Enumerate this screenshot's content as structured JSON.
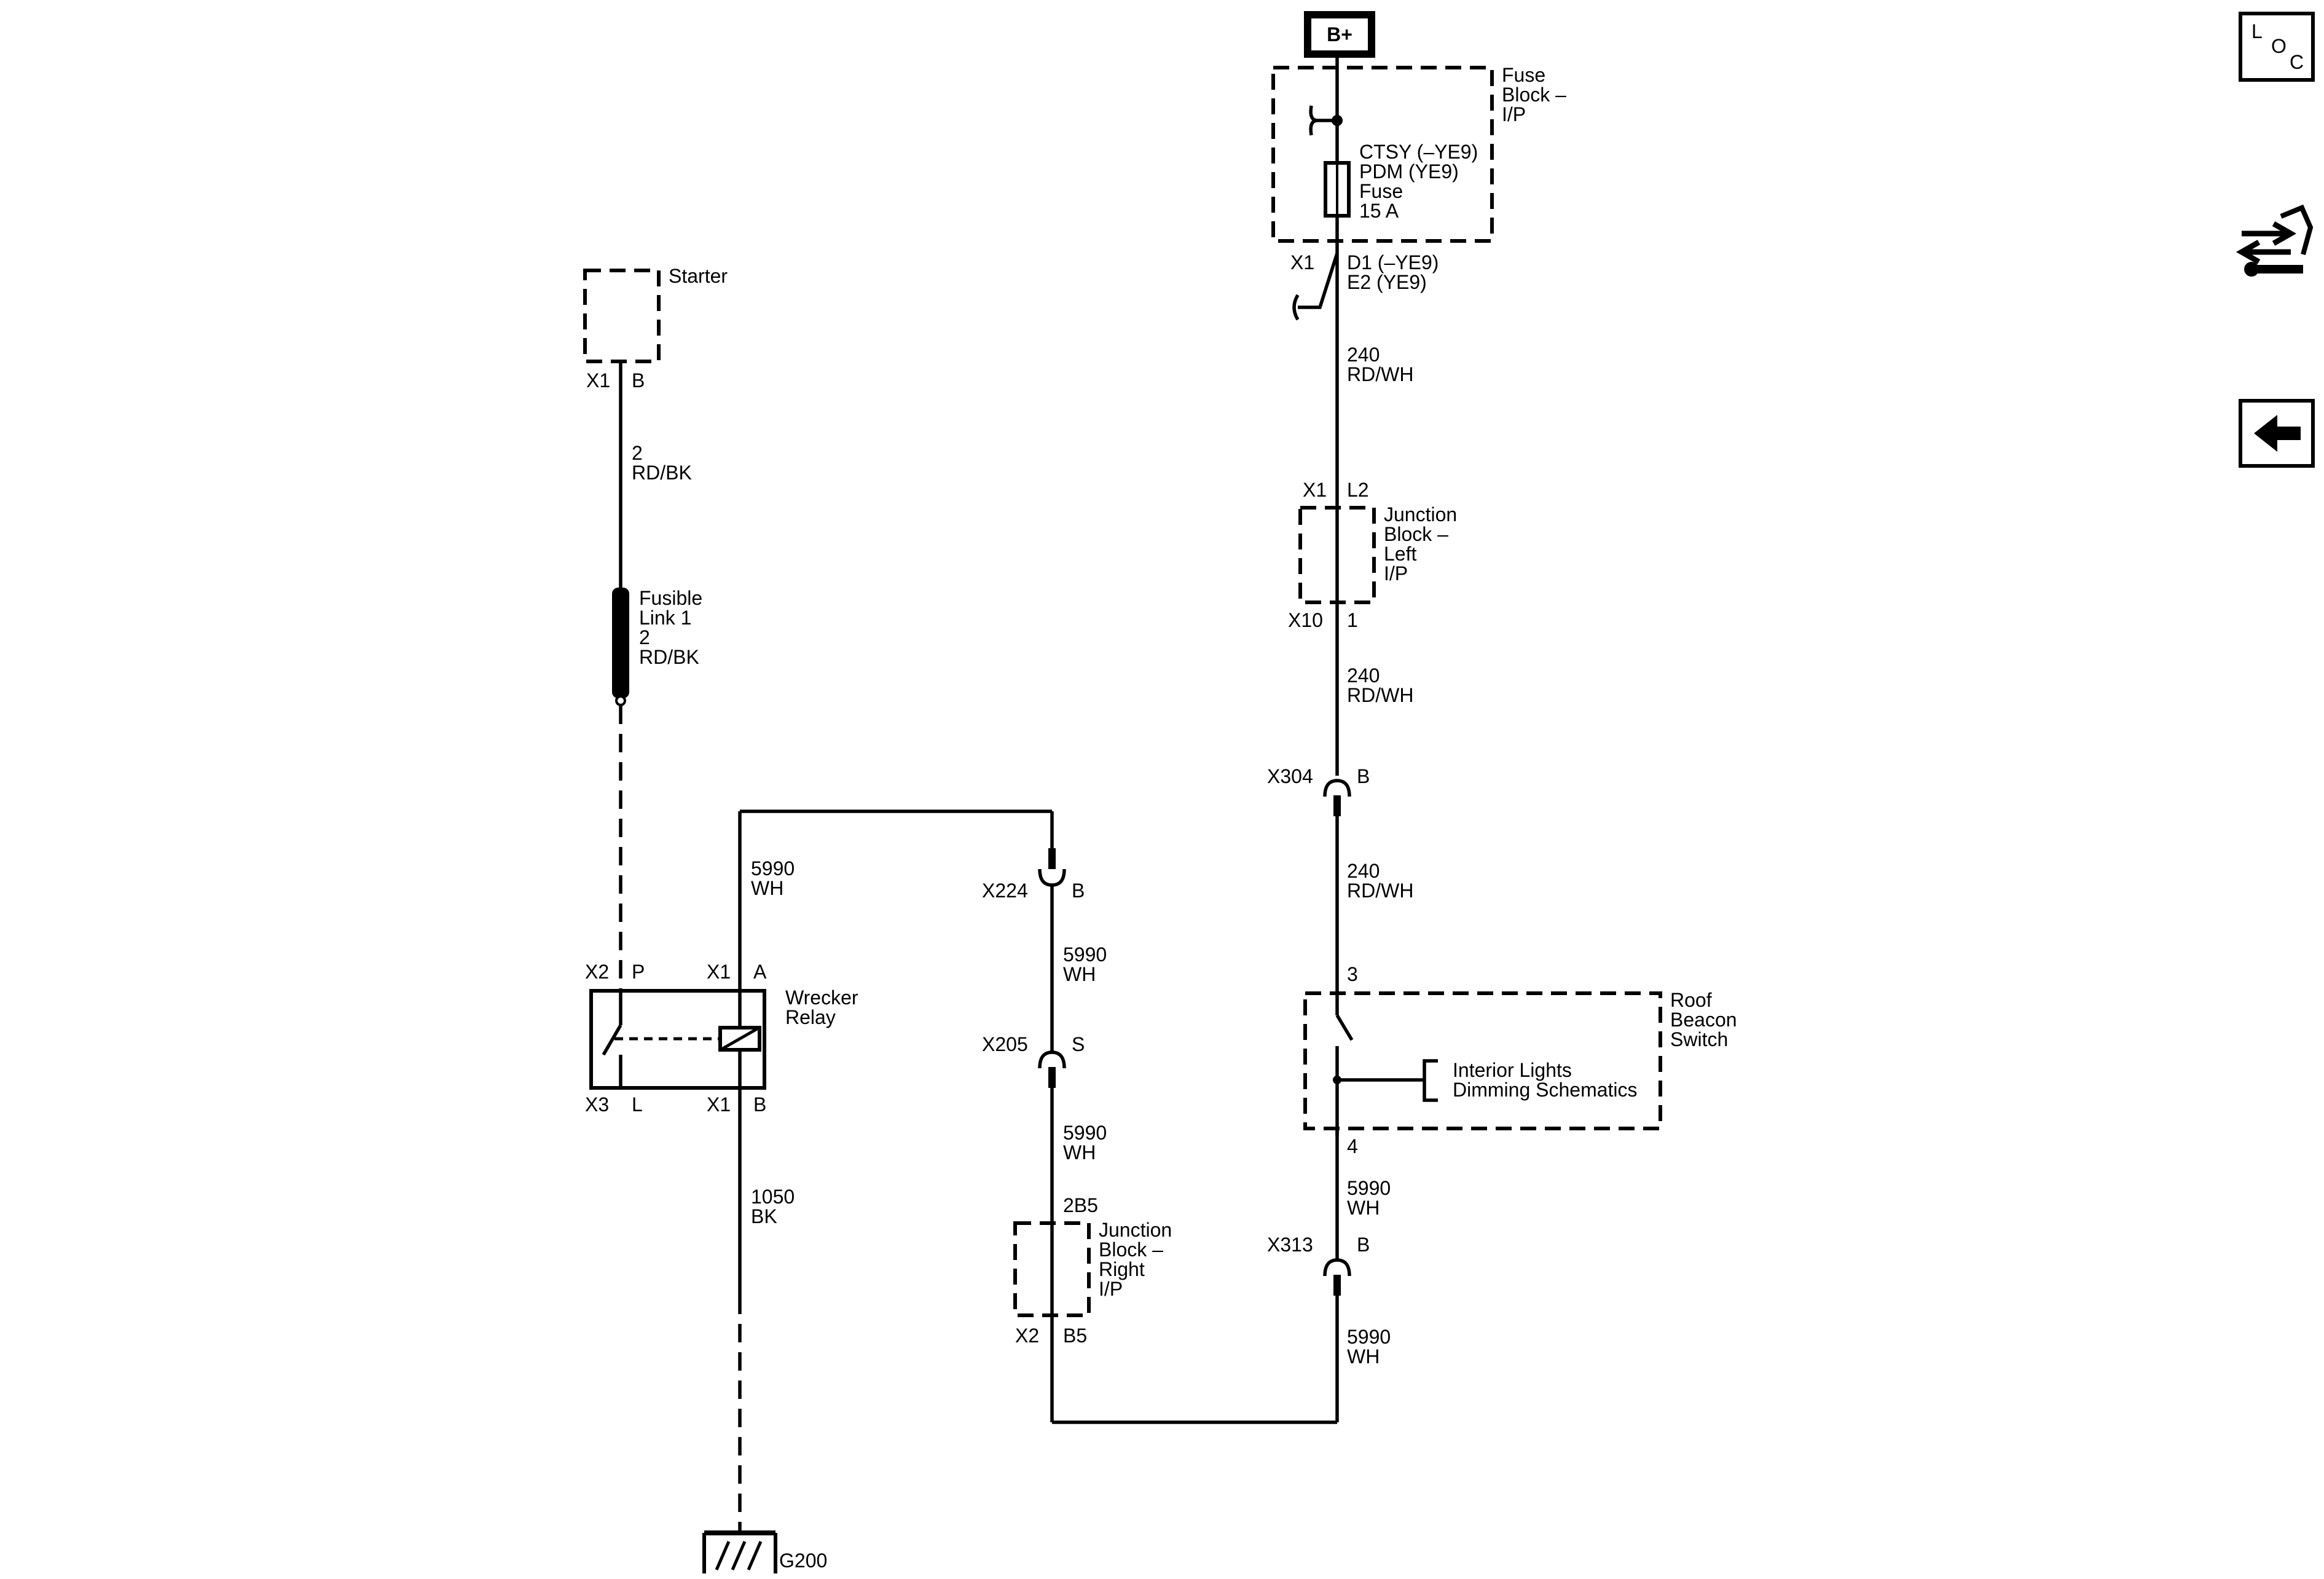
{
  "power": {
    "label": "B+"
  },
  "nav": {
    "loc_l": "L",
    "loc_o": "O",
    "loc_c": "C"
  },
  "fuse_block": {
    "line1": "Fuse",
    "line2": "Block –",
    "line3": "I/P"
  },
  "fuse": {
    "line1": "CTSY (–YE9)",
    "line2": "PDM (YE9)",
    "line3": "Fuse",
    "line4": "15 A"
  },
  "fuse_out": {
    "conn": "X1",
    "pin1": "D1 (–YE9)",
    "pin2": "E2 (YE9)"
  },
  "wire_240_a": {
    "circuit": "240",
    "color": "RD/WH"
  },
  "jb_left": {
    "conn_top": "X1",
    "pin_top": "L2",
    "line1": "Junction",
    "line2": "Block –",
    "line3": "Left",
    "line4": "I/P",
    "conn_bottom": "X10",
    "pin_bottom": "1"
  },
  "wire_240_b": {
    "circuit": "240",
    "color": "RD/WH"
  },
  "x304": {
    "conn": "X304",
    "pin": "B"
  },
  "wire_240_c": {
    "circuit": "240",
    "color": "RD/WH"
  },
  "beacon": {
    "pin_top": "3",
    "line1": "Roof",
    "line2": "Beacon",
    "line3": "Switch",
    "ref1": "Interior Lights",
    "ref2": "Dimming Schematics",
    "pin_bottom": "4"
  },
  "wire_5990_sw": {
    "circuit": "5990",
    "color": "WH"
  },
  "x313": {
    "conn": "X313",
    "pin": "B"
  },
  "wire_5990_x313": {
    "circuit": "5990",
    "color": "WH"
  },
  "starter": {
    "label": "Starter",
    "conn": "X1",
    "pin": "B"
  },
  "wire_2": {
    "circuit": "2",
    "color": "RD/BK"
  },
  "fusible_link": {
    "line1": "Fusible",
    "line2": "Link 1",
    "line3": "2",
    "line4": "RD/BK"
  },
  "relay": {
    "line1": "Wrecker",
    "line2": "Relay",
    "conn_p": "X2",
    "pin_p": "P",
    "conn_a": "X1",
    "pin_a": "A",
    "conn_l": "X3",
    "pin_l": "L",
    "conn_b": "X1",
    "pin_b": "B"
  },
  "wire_5990_relay": {
    "circuit": "5990",
    "color": "WH"
  },
  "x224": {
    "conn": "X224",
    "pin": "B"
  },
  "wire_5990_x224": {
    "circuit": "5990",
    "color": "WH"
  },
  "x205": {
    "conn": "X205",
    "pin": "S"
  },
  "wire_5990_x205": {
    "circuit": "5990",
    "color": "WH"
  },
  "jb_right": {
    "pin_top": "2B5",
    "line1": "Junction",
    "line2": "Block –",
    "line3": "Right",
    "line4": "I/P",
    "conn_bottom": "X2",
    "pin_bottom": "B5"
  },
  "wire_1050": {
    "circuit": "1050",
    "color": "BK"
  },
  "ground": {
    "label": "G200"
  }
}
